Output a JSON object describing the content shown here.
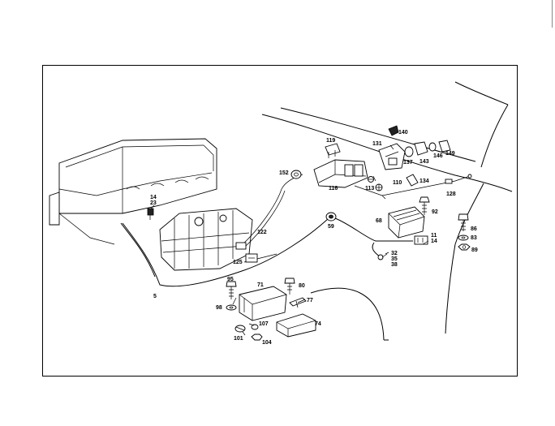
{
  "diagram": {
    "callouts": {
      "c5": "5",
      "c11": "11",
      "c14a": "14",
      "c14b": "14",
      "c23": "23",
      "c32": "32",
      "c35": "35",
      "c38": "38",
      "c59": "59",
      "c68": "68",
      "c71": "71",
      "c74": "74",
      "c77": "77",
      "c80": "80",
      "c83": "83",
      "c86": "86",
      "c89": "89",
      "c92": "92",
      "c95": "95",
      "c98": "98",
      "c101": "101",
      "c104": "104",
      "c107": "107",
      "c110": "110",
      "c113": "113",
      "c116": "116",
      "c119": "119",
      "c122": "122",
      "c125": "125",
      "c128": "128",
      "c131": "131",
      "c134": "134",
      "c137": "137",
      "c140": "140",
      "c143": "143",
      "c146": "146",
      "c149": "149",
      "c152": "152"
    }
  }
}
